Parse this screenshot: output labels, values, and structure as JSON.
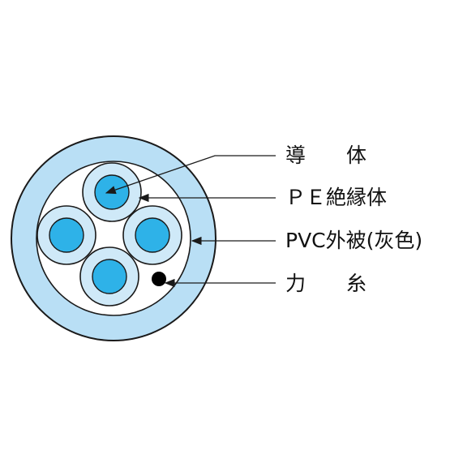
{
  "labels": {
    "conductor": "導　　体",
    "insulation": "ＰＥ絶縁体",
    "sheath": "PVC外被(灰色)",
    "tension_member": "力　　糸"
  },
  "colors": {
    "sheath_fill": "#b9dff5",
    "insulation_fill": "#cfe9f8",
    "conductor_fill": "#2eb2e8",
    "outline": "#1a1a1a",
    "tension_member_fill": "#000000"
  }
}
